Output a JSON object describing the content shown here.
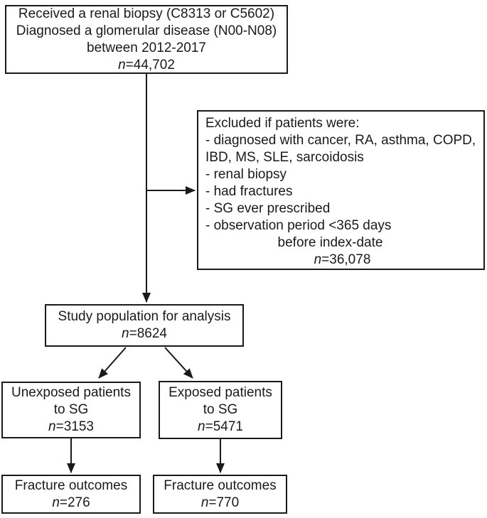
{
  "figure": {
    "background_color": "#ffffff",
    "line_color": "#1a1a1a"
  },
  "boxes": {
    "source": {
      "lines": [
        "Received a renal biopsy (C8313 or C5602)",
        "Diagnosed a glomerular disease (N00-N08)",
        "between 2012-2017"
      ],
      "n": {
        "sym": "n",
        "val": "=44,702"
      }
    },
    "excluded": {
      "title": "Excluded if patients were:",
      "items": [
        "- diagnosed with cancer, RA, asthma, COPD,",
        "IBD, MS, SLE, sarcoidosis",
        "- renal biopsy",
        "- had fractures",
        "- SG ever prescribed",
        "- observation period <365 days"
      ],
      "continuation": "before index-date",
      "n": {
        "sym": "n",
        "val": "=36,078"
      }
    },
    "study": {
      "lines": [
        "Study population for analysis"
      ],
      "n": {
        "sym": "n",
        "val": "=8624"
      }
    },
    "unexposed": {
      "lines": [
        "Unexposed patients",
        "to SG"
      ],
      "n": {
        "sym": "n",
        "val": "=3153"
      }
    },
    "exposed": {
      "lines": [
        "Exposed patients",
        "to SG"
      ],
      "n": {
        "sym": "n",
        "val": "=5471"
      }
    },
    "fracture_unexposed": {
      "lines": [
        "Fracture outcomes"
      ],
      "n": {
        "sym": "n",
        "val": "=276"
      }
    },
    "fracture_exposed": {
      "lines": [
        "Fracture outcomes"
      ],
      "n": {
        "sym": "n",
        "val": "=770"
      }
    }
  }
}
